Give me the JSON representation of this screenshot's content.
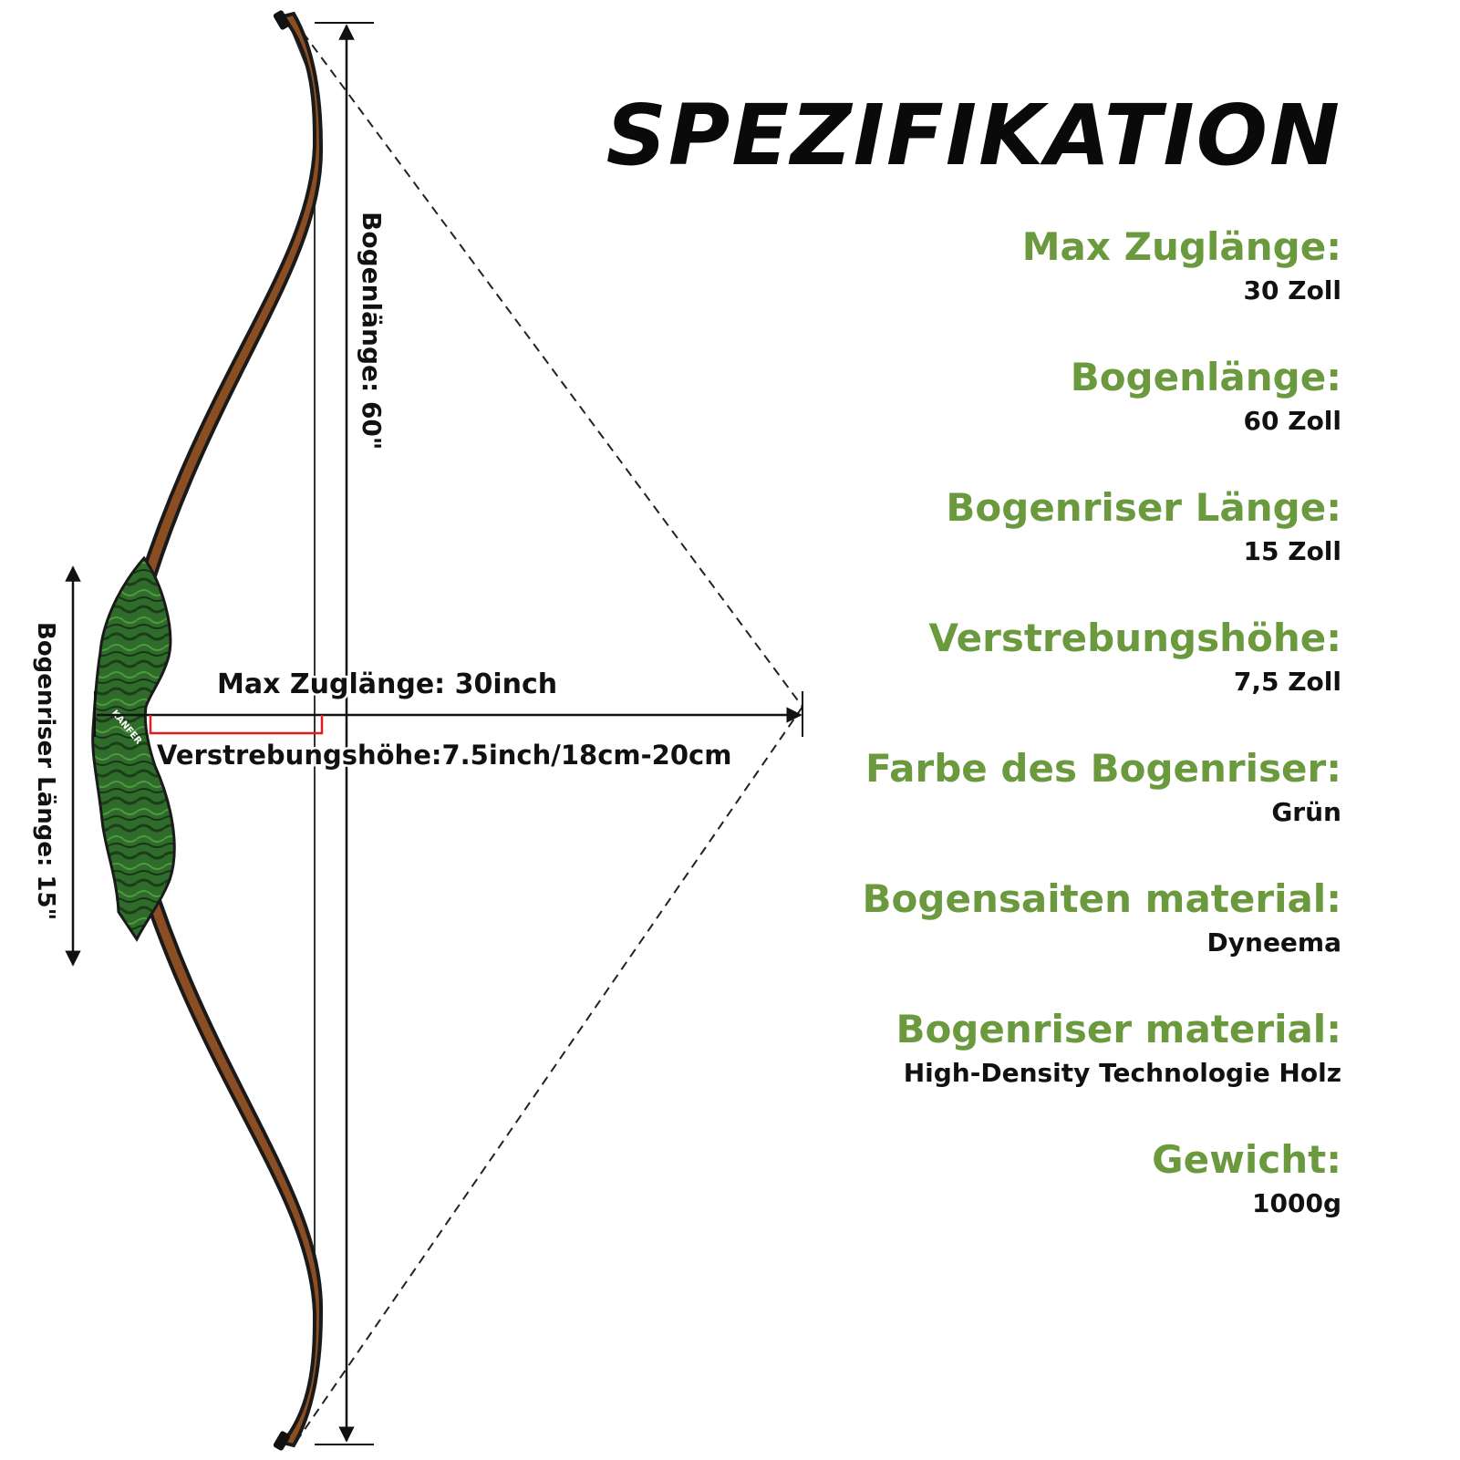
{
  "diagram": {
    "bow_length_label": "Bogenlänge: 60\"",
    "riser_length_label": "Bogenriser Länge: 15\"",
    "draw_length_label": "Max Zuglänge: 30inch",
    "brace_height_label": "Verstrebungshöhe:7.5inch/18cm-20cm",
    "colors": {
      "riser": "#2f6b2a",
      "limb": "#8a4e22",
      "limb_core": "#1a1a1a",
      "brace_marker": "#e02020"
    }
  },
  "spec": {
    "title": "SPEZIFIKATION",
    "accent_color": "#6a9a3d",
    "items": [
      {
        "label": "Max Zuglänge:",
        "value": "30 Zoll"
      },
      {
        "label": "Bogenlänge:",
        "value": "60 Zoll"
      },
      {
        "label": "Bogenriser Länge:",
        "value": "15 Zoll"
      },
      {
        "label": "Verstrebungshöhe:",
        "value": "7,5 Zoll"
      },
      {
        "label": "Farbe des Bogenriser:",
        "value": "Grün"
      },
      {
        "label": "Bogensaiten material:",
        "value": "Dyneema"
      },
      {
        "label": "Bogenriser material:",
        "value": "High-Density Technologie Holz"
      },
      {
        "label": "Gewicht:",
        "value": "1000g"
      }
    ]
  }
}
